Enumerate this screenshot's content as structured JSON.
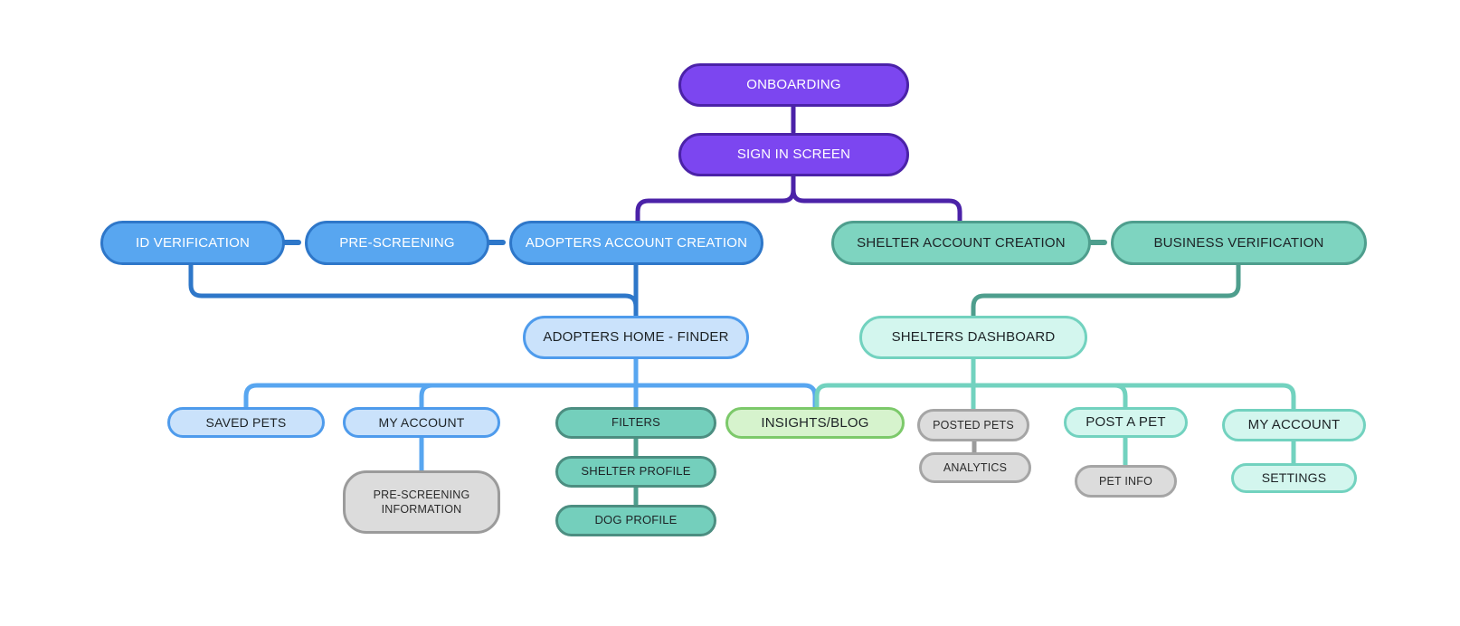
{
  "diagram": {
    "title": "Pet adoption app user flow",
    "colors": {
      "purple_fill": "#7C46F0",
      "purple_border": "#4B22A8",
      "blue_fill": "#58A6F0",
      "blue_border": "#2E77C9",
      "teal_fill": "#7ED4C0",
      "teal_border": "#4E9E8D",
      "lightblue_fill": "#CAE2FB",
      "lightblue_border": "#4E9BEC",
      "mint_fill": "#D3F6EE",
      "mint_border": "#72D2BF",
      "green_fill": "#D6F3CD",
      "green_border": "#7CC96A",
      "gray_fill": "#DCDCDC",
      "gray_border": "#9B9B9B"
    },
    "nodes": [
      {
        "id": "onboarding",
        "label": "ONBOARDING"
      },
      {
        "id": "sign-in-screen",
        "label": "SIGN IN SCREEN"
      },
      {
        "id": "id-verification",
        "label": "ID VERIFICATION"
      },
      {
        "id": "pre-screening",
        "label": "PRE-SCREENING"
      },
      {
        "id": "adopters-account-creation",
        "label": "ADOPTERS ACCOUNT CREATION"
      },
      {
        "id": "shelter-account-creation",
        "label": "SHELTER ACCOUNT CREATION"
      },
      {
        "id": "business-verification",
        "label": "BUSINESS VERIFICATION"
      },
      {
        "id": "adopters-home-finder",
        "label": "ADOPTERS HOME - FINDER"
      },
      {
        "id": "shelters-dashboard",
        "label": "SHELTERS DASHBOARD"
      },
      {
        "id": "saved-pets",
        "label": "SAVED PETS"
      },
      {
        "id": "my-account-adopter",
        "label": "MY ACCOUNT"
      },
      {
        "id": "pre-screening-information",
        "label": "PRE-SCREENING\nINFORMATION"
      },
      {
        "id": "filters",
        "label": "FILTERS"
      },
      {
        "id": "shelter-profile",
        "label": "SHELTER PROFILE"
      },
      {
        "id": "dog-profile",
        "label": "DOG PROFILE"
      },
      {
        "id": "insights-blog",
        "label": "INSIGHTS/BLOG"
      },
      {
        "id": "posted-pets",
        "label": "POSTED PETS"
      },
      {
        "id": "analytics",
        "label": "ANALYTICS"
      },
      {
        "id": "post-a-pet",
        "label": "POST A PET"
      },
      {
        "id": "pet-info",
        "label": "PET INFO"
      },
      {
        "id": "my-account-shelter",
        "label": "MY ACCOUNT"
      },
      {
        "id": "settings",
        "label": "SETTINGS"
      }
    ],
    "labels": {
      "onboarding": "ONBOARDING",
      "sign_in_screen": "SIGN IN SCREEN",
      "id_verification": "ID VERIFICATION",
      "pre_screening": "PRE-SCREENING",
      "adopters_account_creation": "ADOPTERS ACCOUNT CREATION",
      "shelter_account_creation": "SHELTER ACCOUNT CREATION",
      "business_verification": "BUSINESS VERIFICATION",
      "adopters_home_finder": "ADOPTERS HOME - FINDER",
      "shelters_dashboard": "SHELTERS DASHBOARD",
      "saved_pets": "SAVED PETS",
      "my_account_adopter": "MY ACCOUNT",
      "pre_screening_information_line1": "PRE-SCREENING",
      "pre_screening_information_line2": "INFORMATION",
      "filters": "FILTERS",
      "shelter_profile": "SHELTER PROFILE",
      "dog_profile": "DOG PROFILE",
      "insights_blog": "INSIGHTS/BLOG",
      "posted_pets": "POSTED PETS",
      "analytics": "ANALYTICS",
      "post_a_pet": "POST A PET",
      "pet_info": "PET INFO",
      "my_account_shelter": "MY ACCOUNT",
      "settings": "SETTINGS"
    },
    "edges": [
      {
        "from": "onboarding",
        "to": "sign-in-screen",
        "color": "#4B22A8"
      },
      {
        "from": "sign-in-screen",
        "to": "adopters-account-creation",
        "color": "#4B22A8"
      },
      {
        "from": "sign-in-screen",
        "to": "shelter-account-creation",
        "color": "#4B22A8"
      },
      {
        "from": "id-verification",
        "to": "pre-screening",
        "color": "#2E77C9"
      },
      {
        "from": "pre-screening",
        "to": "adopters-account-creation",
        "color": "#2E77C9"
      },
      {
        "from": "id-verification",
        "to": "adopters-home-finder",
        "color": "#2E77C9"
      },
      {
        "from": "adopters-account-creation",
        "to": "adopters-home-finder",
        "color": "#2E77C9"
      },
      {
        "from": "shelter-account-creation",
        "to": "business-verification",
        "color": "#4E9E8D"
      },
      {
        "from": "business-verification",
        "to": "shelters-dashboard",
        "color": "#4E9E8D"
      },
      {
        "from": "adopters-home-finder",
        "to": "saved-pets",
        "color": "#58A6F0"
      },
      {
        "from": "adopters-home-finder",
        "to": "my-account-adopter",
        "color": "#58A6F0"
      },
      {
        "from": "adopters-home-finder",
        "to": "filters",
        "color": "#58A6F0"
      },
      {
        "from": "adopters-home-finder",
        "to": "insights-blog",
        "color": "#58A6F0"
      },
      {
        "from": "my-account-adopter",
        "to": "pre-screening-information",
        "color": "#58A6F0"
      },
      {
        "from": "filters",
        "to": "shelter-profile",
        "color": "#4E9E8D"
      },
      {
        "from": "shelter-profile",
        "to": "dog-profile",
        "color": "#4E9E8D"
      },
      {
        "from": "shelters-dashboard",
        "to": "insights-blog",
        "color": "#72D2BF"
      },
      {
        "from": "shelters-dashboard",
        "to": "posted-pets",
        "color": "#72D2BF"
      },
      {
        "from": "shelters-dashboard",
        "to": "post-a-pet",
        "color": "#72D2BF"
      },
      {
        "from": "shelters-dashboard",
        "to": "my-account-shelter",
        "color": "#72D2BF"
      },
      {
        "from": "posted-pets",
        "to": "analytics",
        "color": "#72D2BF"
      },
      {
        "from": "post-a-pet",
        "to": "pet-info",
        "color": "#72D2BF"
      },
      {
        "from": "my-account-shelter",
        "to": "settings",
        "color": "#72D2BF"
      }
    ]
  }
}
